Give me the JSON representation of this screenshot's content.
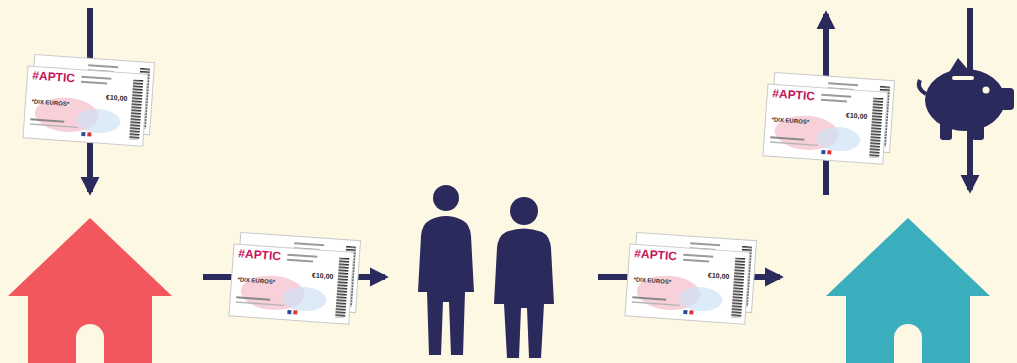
{
  "diagram": {
    "labels": [
      "#APTIC",
      "*DIX EUROS*",
      "€10,00",
      "#APTIC",
      "*DIX EUROS*",
      "€10,00",
      "#APTIC",
      "*DIX EUROS*",
      "€10,00",
      "#APTIC",
      "*DIX EUROS*",
      "€10,00"
    ]
  }
}
